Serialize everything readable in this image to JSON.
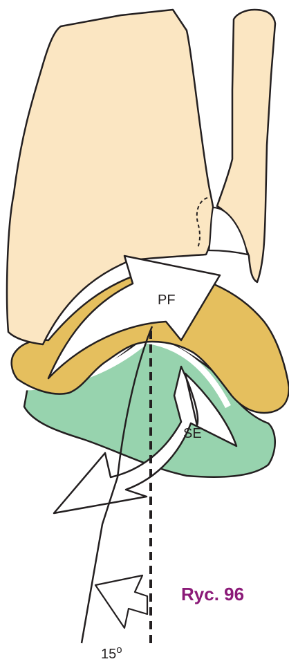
{
  "labels": {
    "pf": "PF",
    "se": "SE",
    "angle": "15",
    "angle_unit": "o"
  },
  "caption": "Ryc. 96",
  "colors": {
    "bone_upper": "#fbe6c2",
    "bone_middle": "#e5bf5e",
    "bone_lower": "#97d3ae",
    "outline": "#231f20",
    "arrow_fill": "#ffffff",
    "caption": "#8b1a78"
  }
}
